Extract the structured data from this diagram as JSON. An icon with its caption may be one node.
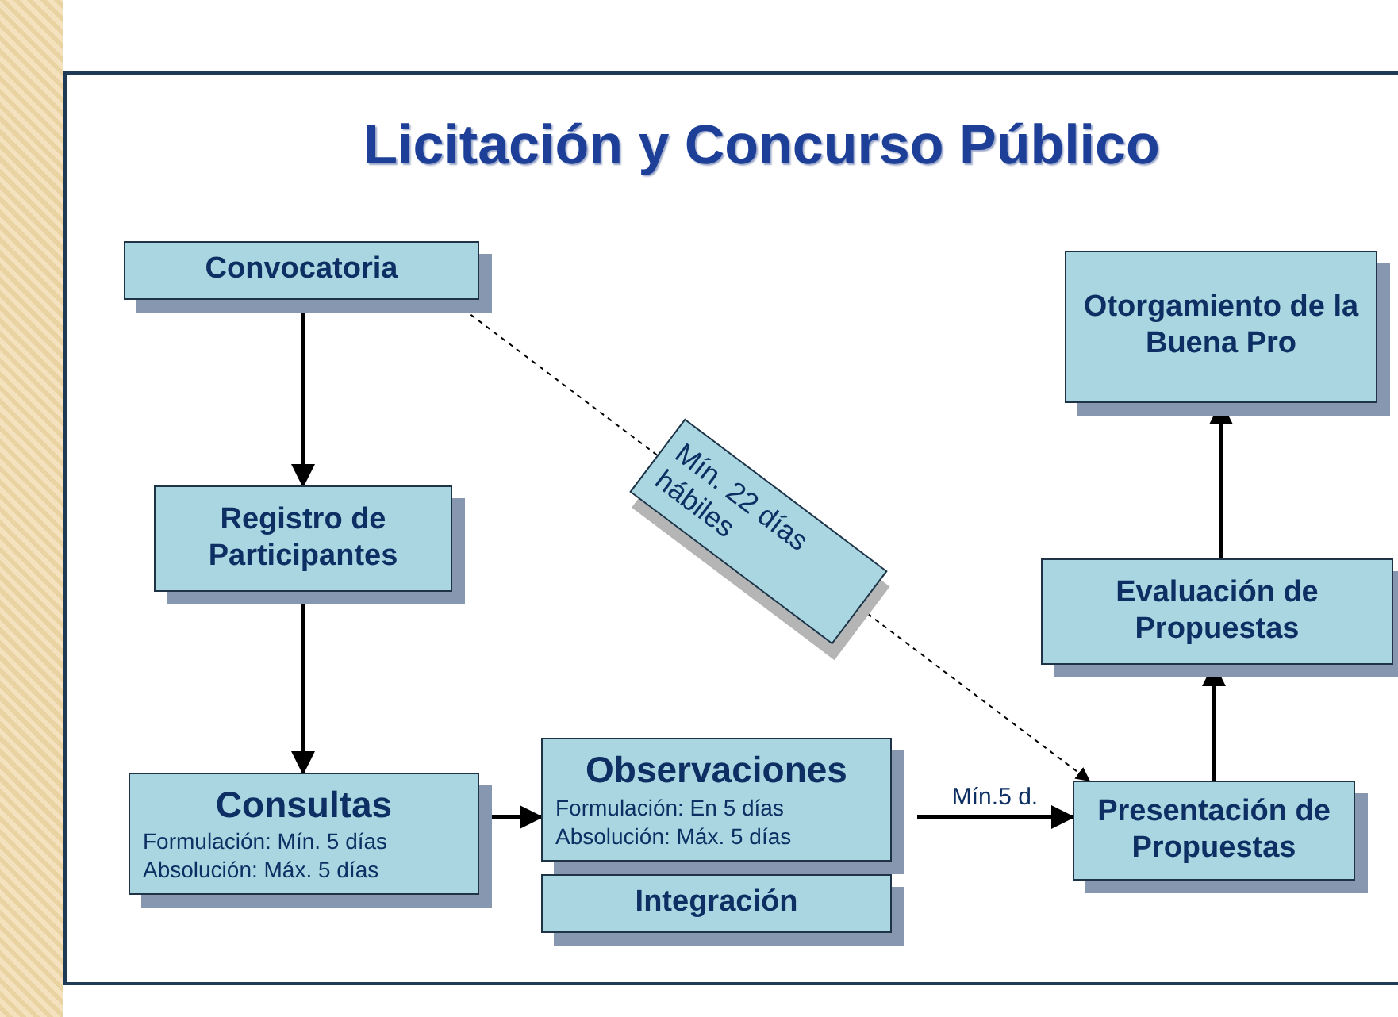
{
  "diagram": {
    "title": "Licitación y Concurso Público",
    "nodes": [
      {
        "text": [
          "Convocatoria"
        ]
      },
      {
        "text": [
          "Registro de Participantes"
        ]
      },
      {
        "text": [
          "Consultas",
          "Formulación: Mín. 5 días",
          "Absolución: Máx. 5 días"
        ]
      },
      {
        "text": [
          "Observaciones",
          "Formulación: En 5 días",
          "Absolución: Máx. 5 días"
        ]
      },
      {
        "text": [
          "Integración"
        ]
      },
      {
        "text": [
          "Presentación de Propuestas"
        ]
      },
      {
        "text": [
          "Evaluación de Propuestas"
        ]
      },
      {
        "text": [
          "Otorgamiento de la Buena Pro"
        ]
      },
      {
        "text": [
          "Mín. 22 días hábiles"
        ]
      }
    ],
    "edges": [
      {
        "from": 0,
        "to": 1,
        "arrow": "to"
      },
      {
        "from": 1,
        "to": 2,
        "arrow": "to"
      },
      {
        "from": 2,
        "to": 3,
        "arrow": "to"
      },
      {
        "from": null,
        "to": 5,
        "arrow": "to",
        "label": "Mín.5 d."
      },
      {
        "from": 5,
        "to": 6,
        "arrow": "to"
      },
      {
        "from": 6,
        "to": 7,
        "arrow": "to"
      },
      {
        "from": 8,
        "to": 0,
        "arrow": "to",
        "style": "dashed"
      },
      {
        "from": 8,
        "to": 5,
        "arrow": "to",
        "style": "dashed"
      }
    ]
  }
}
